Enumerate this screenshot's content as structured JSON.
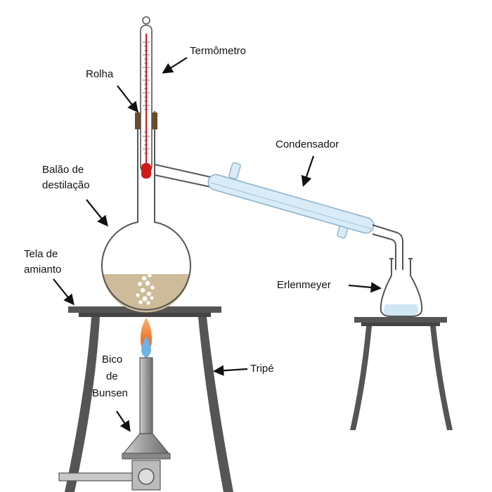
{
  "labels": {
    "thermometer": "Termômetro",
    "stopper": "Rolha",
    "flask_line1": "Balão de",
    "flask_line2": "destilação",
    "condenser": "Condensador",
    "gauze_line1": "Tela de",
    "gauze_line2": "amianto",
    "erlenmeyer": "Erlenmeyer",
    "tripod": "Tripé",
    "burner_line1": "Bico",
    "burner_line2": "de",
    "burner_line3": "Bunsen"
  },
  "colors": {
    "outline": "#555555",
    "glass_fill": "#ffffff",
    "liquid": "#cdbb99",
    "condenser_glass": "#d8ebf7",
    "condenser_outline": "#8fb3c9",
    "erlenmeyer_liquid": "#cfe6f5",
    "stopper": "#6b4a2b",
    "mercury": "#d11a1a",
    "metal": "#555555",
    "burner": "#9a9a9a",
    "flame_outer": "#f08a3a",
    "flame_inner": "#6fb2e8"
  }
}
